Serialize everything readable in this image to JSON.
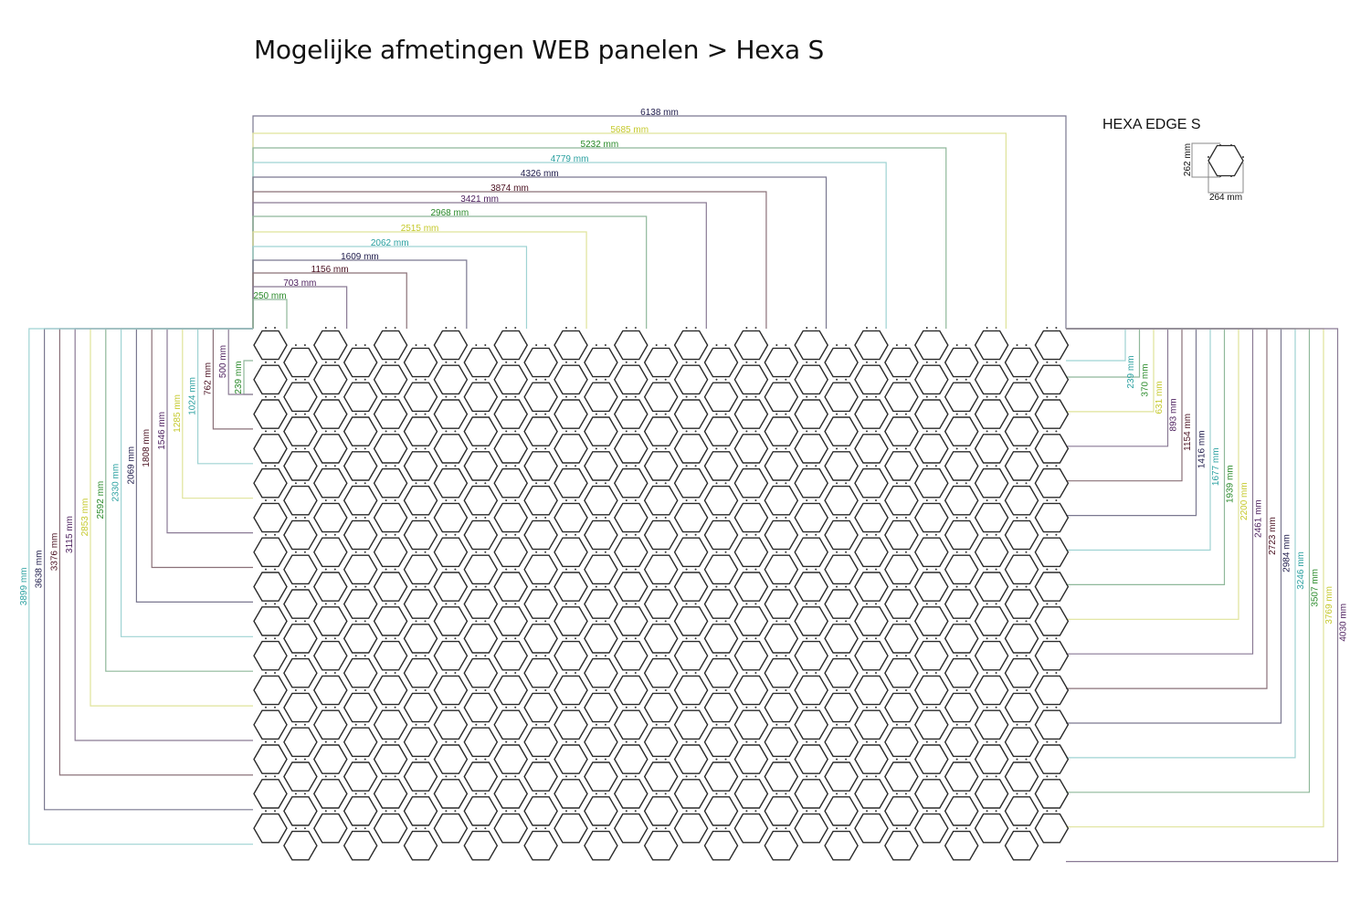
{
  "title": "Mogelijke afmetingen WEB panelen > Hexa S",
  "hexa_edge": {
    "title": "HEXA EDGE S",
    "height_label": "262 mm",
    "width_label": "264 mm"
  },
  "grid": {
    "columns": 27,
    "rows": 15
  },
  "palette": {
    "navy": {
      "text": "#1e1b4b",
      "line": "#7a7890"
    },
    "maroon": {
      "text": "#4a1020",
      "line": "#8a7078"
    },
    "purple": {
      "text": "#4b1d5c",
      "line": "#8a7a95"
    },
    "yellow": {
      "text": "#c5c92c",
      "line": "#dfe39a"
    },
    "green": {
      "text": "#2a8a2a",
      "line": "#8fb89a"
    },
    "teal": {
      "text": "#2aa0a0",
      "line": "#9fd3d3"
    }
  },
  "top_widths": [
    {
      "label": "6138 mm",
      "color": "navy"
    },
    {
      "label": "5685 mm",
      "color": "yellow"
    },
    {
      "label": "5232 mm",
      "color": "green"
    },
    {
      "label": "4779 mm",
      "color": "teal"
    },
    {
      "label": "4326 mm",
      "color": "navy"
    },
    {
      "label": "3874 mm",
      "color": "maroon"
    },
    {
      "label": "3421 mm",
      "color": "purple"
    },
    {
      "label": "2968 mm",
      "color": "green"
    },
    {
      "label": "2515 mm",
      "color": "yellow"
    },
    {
      "label": "2062 mm",
      "color": "teal"
    },
    {
      "label": "1609 mm",
      "color": "navy"
    },
    {
      "label": "1156 mm",
      "color": "maroon"
    },
    {
      "label": "703 mm",
      "color": "purple"
    },
    {
      "label": "250 mm",
      "color": "green"
    }
  ],
  "left_heights": [
    {
      "label": "239 mm",
      "color": "green"
    },
    {
      "label": "500 mm",
      "color": "purple"
    },
    {
      "label": "762 mm",
      "color": "maroon"
    },
    {
      "label": "1024 mm",
      "color": "teal"
    },
    {
      "label": "1285 mm",
      "color": "yellow"
    },
    {
      "label": "1546 mm",
      "color": "purple"
    },
    {
      "label": "1808 mm",
      "color": "maroon"
    },
    {
      "label": "2069 mm",
      "color": "navy"
    },
    {
      "label": "2330 mm",
      "color": "teal"
    },
    {
      "label": "2592 mm",
      "color": "green"
    },
    {
      "label": "2853 mm",
      "color": "yellow"
    },
    {
      "label": "3115 mm",
      "color": "purple"
    },
    {
      "label": "3376 mm",
      "color": "maroon"
    },
    {
      "label": "3638 mm",
      "color": "navy"
    },
    {
      "label": "3899 mm",
      "color": "teal"
    }
  ],
  "right_heights": [
    {
      "label": "239 mm",
      "color": "teal"
    },
    {
      "label": "370 mm",
      "color": "green"
    },
    {
      "label": "631 mm",
      "color": "yellow"
    },
    {
      "label": "893 mm",
      "color": "purple"
    },
    {
      "label": "1154 mm",
      "color": "maroon"
    },
    {
      "label": "1416 mm",
      "color": "navy"
    },
    {
      "label": "1677 mm",
      "color": "teal"
    },
    {
      "label": "1939 mm",
      "color": "green"
    },
    {
      "label": "2200 mm",
      "color": "yellow"
    },
    {
      "label": "2461 mm",
      "color": "purple"
    },
    {
      "label": "2723 mm",
      "color": "maroon"
    },
    {
      "label": "2984 mm",
      "color": "navy"
    },
    {
      "label": "3246 mm",
      "color": "teal"
    },
    {
      "label": "3507 mm",
      "color": "green"
    },
    {
      "label": "3769 mm",
      "color": "yellow"
    },
    {
      "label": "4030 mm",
      "color": "purple"
    }
  ]
}
